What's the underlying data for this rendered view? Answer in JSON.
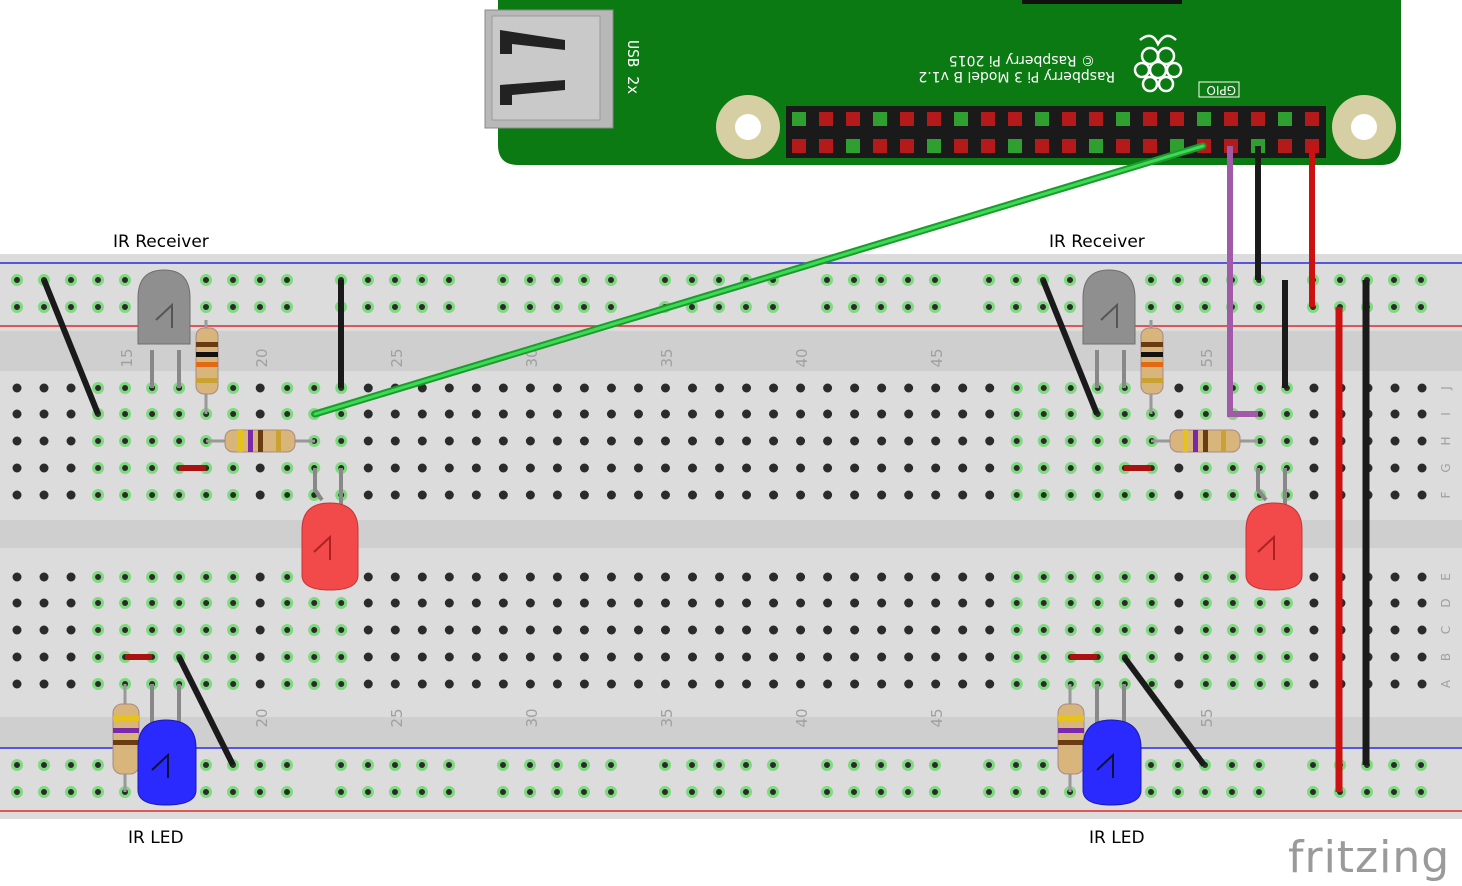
{
  "labels": {
    "receiver_left": "IR Receiver",
    "receiver_right": "IR Receiver",
    "led_left": "IR LED",
    "led_right": "IR LED",
    "watermark": "fritzing"
  },
  "pi": {
    "usb": "USB 2x",
    "board_name": "Raspberry Pi 3 Model B v1.2",
    "copyright": "© Raspberry Pi 2015",
    "gpio": "GPIO"
  },
  "breadboard": {
    "column_numbers": [
      "15",
      "20",
      "25",
      "30",
      "35",
      "40",
      "45",
      "55"
    ],
    "row_letters_top": [
      "J",
      "I",
      "H",
      "G",
      "F"
    ],
    "row_letters_bottom": [
      "E",
      "D",
      "C",
      "B",
      "A"
    ]
  },
  "colors": {
    "pi_green": "#0b7a12",
    "breadboard": "#dcdcdc",
    "rail_red": "#d22",
    "rail_blue": "#22d",
    "wire_green": "#23c23a",
    "wire_purple": "#a05aa8",
    "wire_black": "#1a1a1a",
    "wire_red": "#cc1111",
    "led_red": "#f24a4a",
    "led_blue": "#2a2aff"
  }
}
